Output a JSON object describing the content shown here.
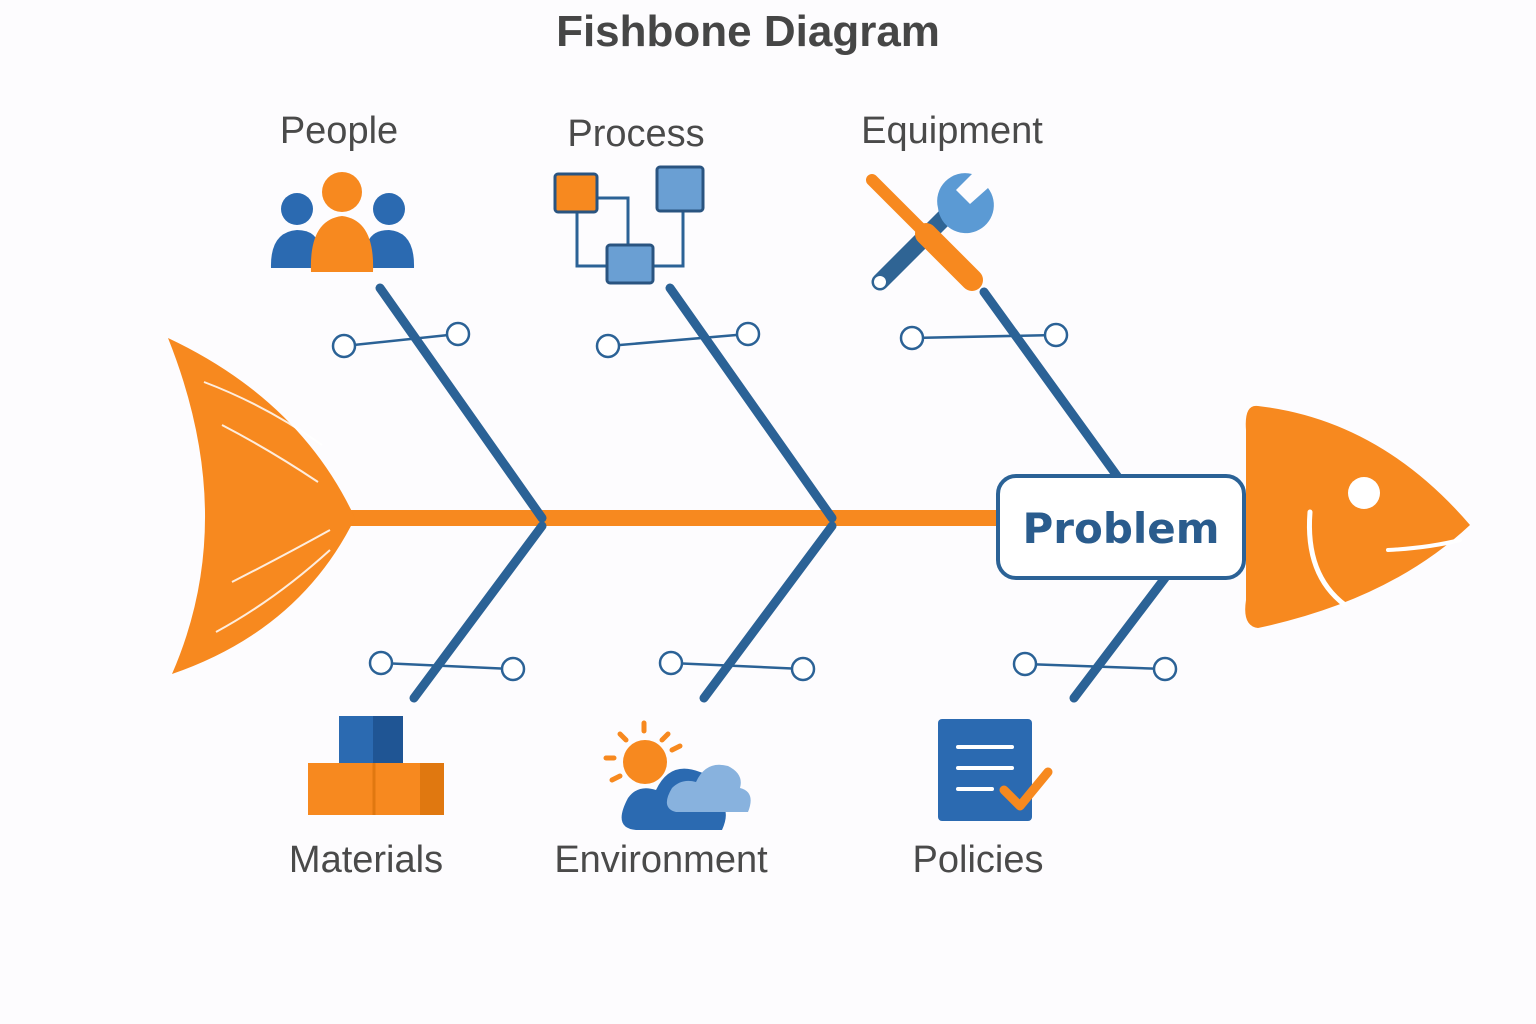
{
  "title": "Fishbone Diagram",
  "problem": "Problem",
  "categories": {
    "people": "People",
    "process": "Process",
    "equipment": "Equipment",
    "materials": "Materials",
    "environment": "Environment",
    "policies": "Policies"
  },
  "icons": {
    "people": "people-group-icon",
    "process": "process-flow-icon",
    "equipment": "wrench-screwdriver-icon",
    "materials": "stacked-boxes-icon",
    "environment": "sun-cloud-icon",
    "policies": "checklist-document-icon"
  },
  "colors": {
    "orange": "#f7891f",
    "blue": "#2b6296",
    "light_blue": "#6a9fd3",
    "text": "#464646"
  }
}
